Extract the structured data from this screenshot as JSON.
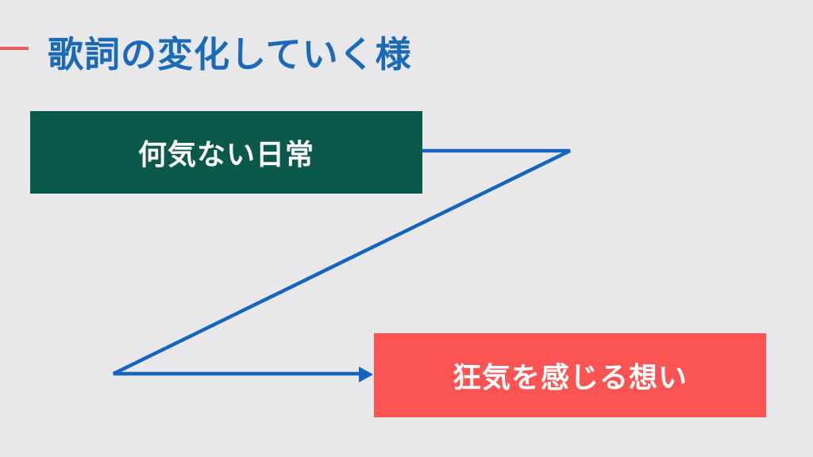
{
  "title": "歌詞の変化していく様",
  "boxes": {
    "start": "何気ない日常",
    "end": "狂気を感じる想い"
  },
  "colors": {
    "title": "#1a6ab8",
    "accent": "#f05a5a",
    "start_box": "#0b594b",
    "end_box": "#fc5353",
    "connector": "#1565c0"
  }
}
